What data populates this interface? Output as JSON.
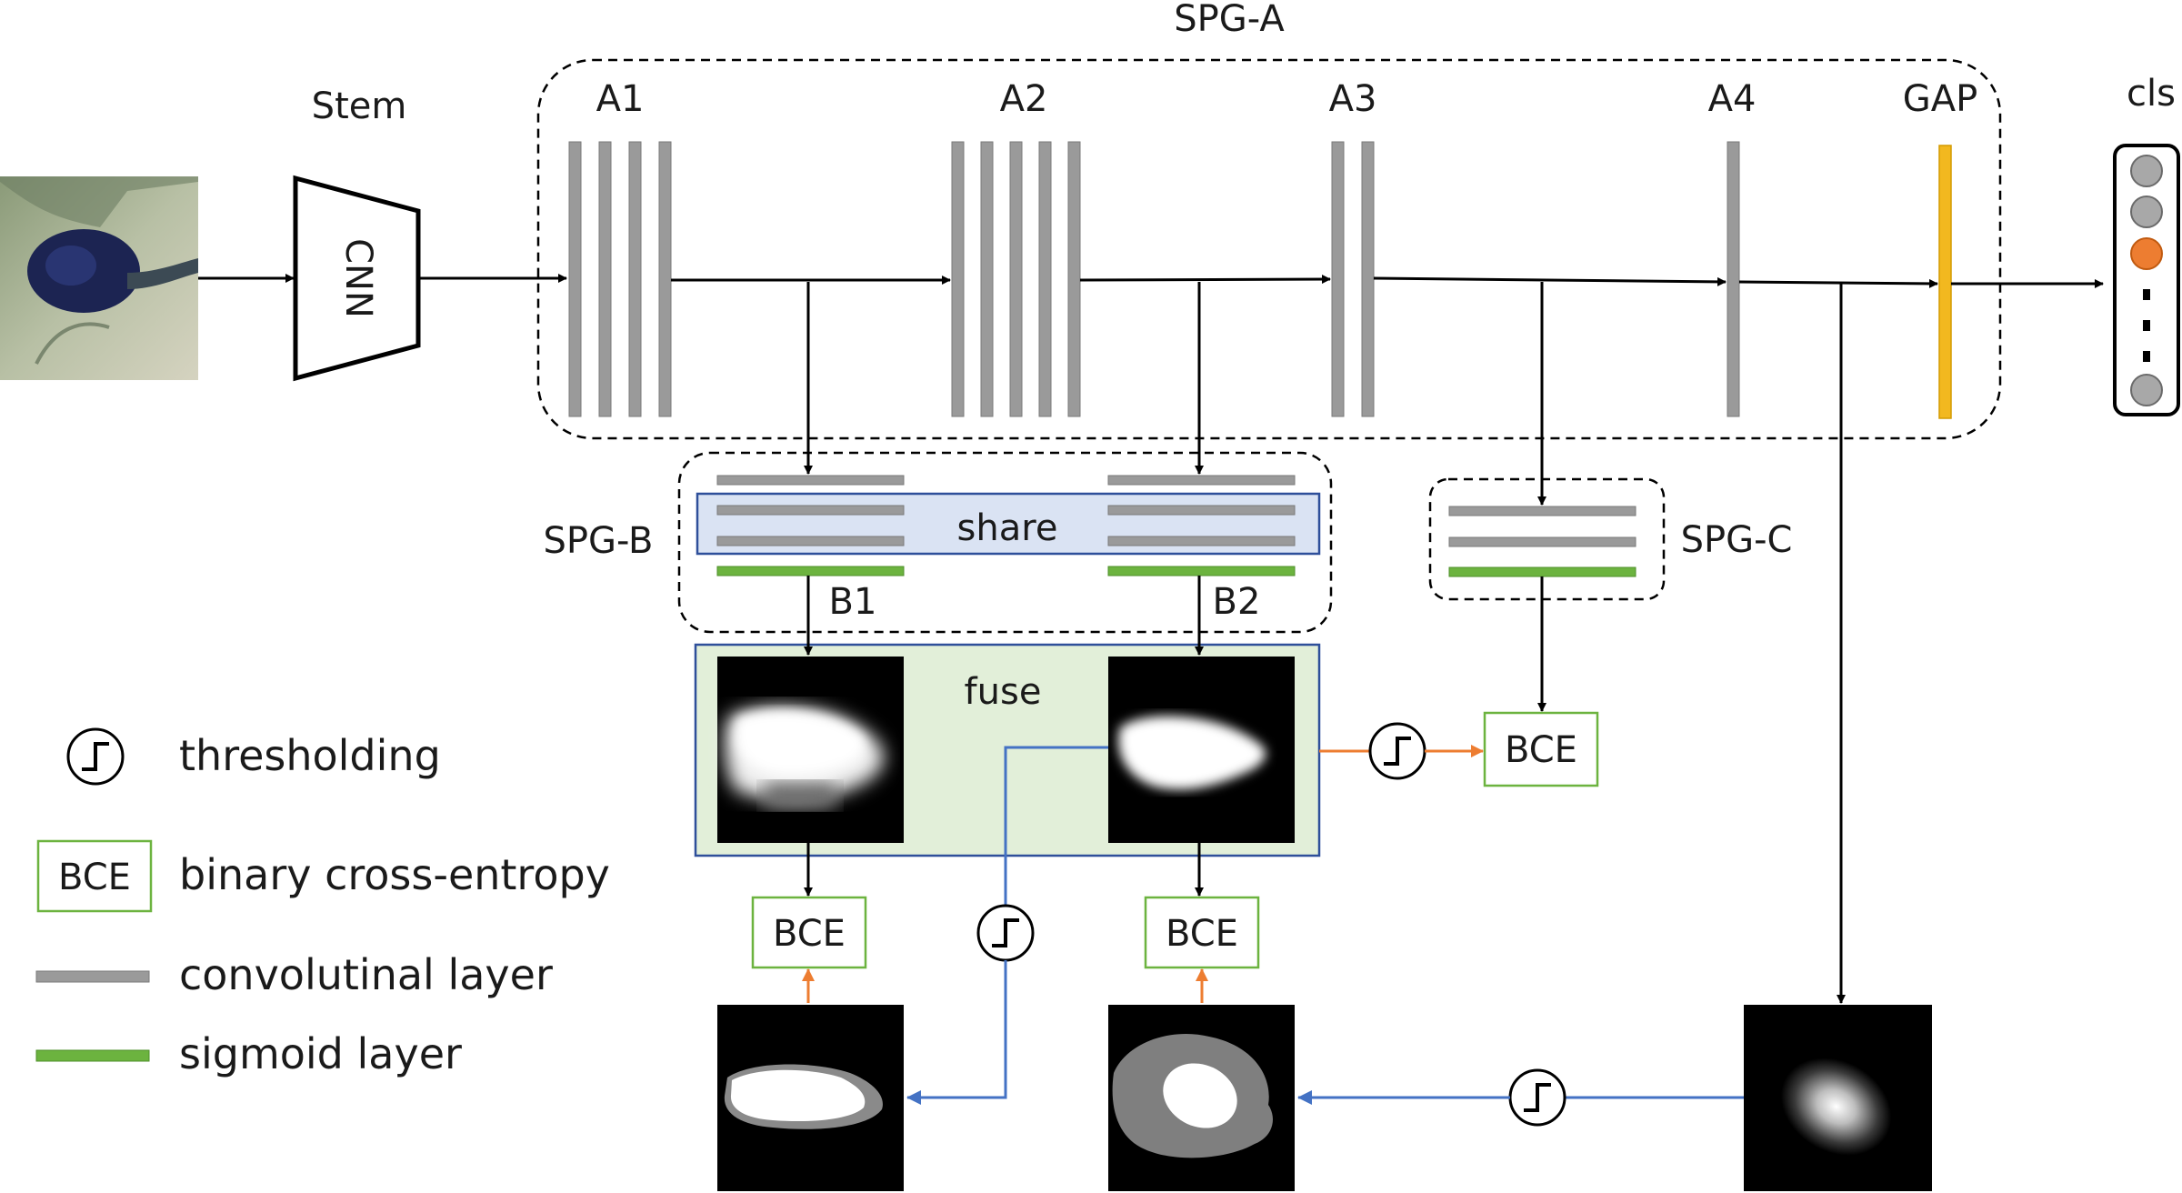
{
  "title": "SPG-A",
  "stem": {
    "label": "Stem",
    "block": "CNN"
  },
  "spg_a": {
    "stages": [
      "A1",
      "A2",
      "A3",
      "A4"
    ],
    "gap": "GAP",
    "output": "cls"
  },
  "spg_b": {
    "label": "SPG-B",
    "share": "share",
    "branches": [
      "B1",
      "B2"
    ],
    "fuse": "fuse"
  },
  "spg_c": {
    "label": "SPG-C"
  },
  "loss": {
    "bce": "BCE"
  },
  "legend": {
    "thresholding": "thresholding",
    "bce_box": "BCE",
    "bce": "binary cross-entropy",
    "conv": "convolutinal layer",
    "sigmoid": "sigmoid layer"
  },
  "colors": {
    "conv": "#9a9a9a",
    "sigmoid": "#6cb33f",
    "gap": "#f2b81f",
    "highlight_class": "#ed7d31",
    "share_fill": "#dae3f3",
    "share_border": "#2e4f9a",
    "fuse_fill": "#e2efd9",
    "supervision_arrow": "#ed7d31",
    "mask_arrow": "#4472c4"
  },
  "icons": [
    "step-threshold-icon",
    "input-image-tadpole"
  ]
}
